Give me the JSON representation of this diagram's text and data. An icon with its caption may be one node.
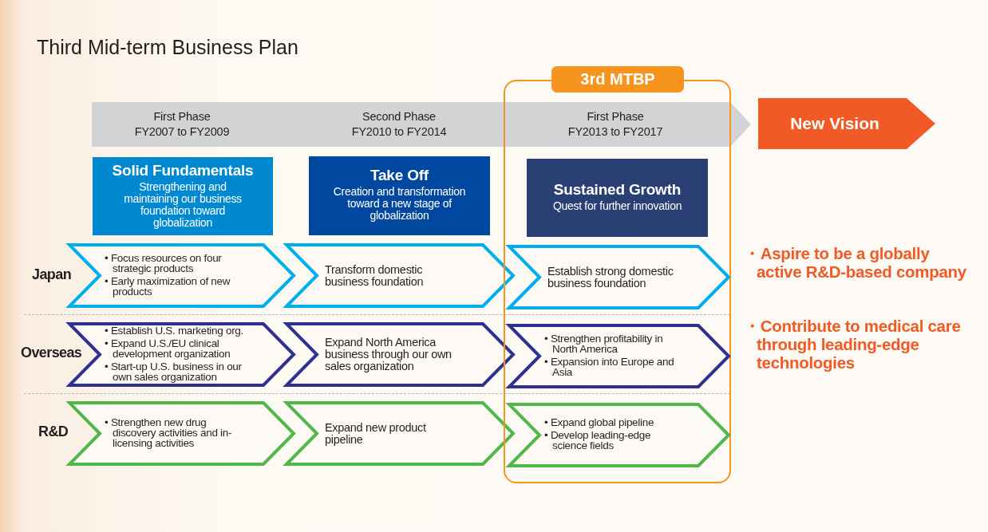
{
  "diagram": {
    "title": "Third Mid-term Business Plan",
    "nodes": [
      {
        "text": [
          "First Phase FY2007 to FY2009",
          "Second Phase FY2010 to FY2014",
          "First Phase FY2013 to FY2017"
        ]
      },
      {
        "text": [
          "New Vision"
        ]
      },
      {
        "text": [
          "3rd MTBP"
        ]
      },
      {
        "text": [
          "Solid Fundamentals",
          "Strengthening and maintaining our business foundation toward globalization"
        ]
      },
      {
        "text": [
          "Take Off",
          "Creation and transformation toward a new stage of globalization"
        ]
      },
      {
        "text": [
          "Sustained Growth",
          "Quest for further innovation"
        ],
        "in": 2
      },
      {
        "text": [
          "• Focus resources on four strategic products",
          "• Early maximization of new products"
        ]
      },
      {
        "text": [
          "Transform domestic business foundation"
        ]
      },
      {
        "text": [
          "Establish strong domestic business foundation"
        ],
        "in": 2
      },
      {
        "text": [
          "• Establish U.S. marketing org.",
          "• Expand U.S./EU clinical development organization",
          "• Start-up U.S. business in our own sales organization"
        ]
      },
      {
        "text": [
          "Expand North America business through our own sales organization"
        ]
      },
      {
        "text": [
          "• Strengthen profitability in North America",
          "• Expansion into Europe and Asia"
        ],
        "in": 2
      },
      {
        "text": [
          "• Strengthen new drug discovery activities and in-licensing activities"
        ]
      },
      {
        "text": [
          "Expand new product pipeline"
        ]
      },
      {
        "text": [
          "• Expand global pipeline",
          "• Develop leading-edge science fields"
        ],
        "in": 2
      }
    ],
    "labels": [
      "Japan",
      "Overseas",
      "R&D",
      "・Aspire to be a globally active R&D-based company",
      "・Contribute to medical care through leading-edge technologies"
    ]
  }
}
